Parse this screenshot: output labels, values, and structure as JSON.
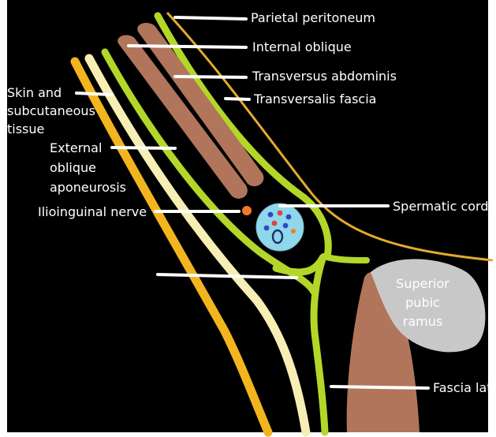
{
  "labels": {
    "parietal_peritoneum": "Parietal peritoneum",
    "internal_oblique": "Internal oblique",
    "transversus_abdominis": "Transversus abdominis",
    "transversalis_fascia": "Transversalis fascia",
    "skin_line1": "Skin and",
    "skin_line2": "subcutaneous",
    "skin_line3": "tissue",
    "ext_line1": "External",
    "ext_line2": "oblique",
    "ext_line3": "aponeurosis",
    "ilioinguinal_nerve": "Ilioinguinal nerve",
    "spermatic_cord": "Spermatic cord",
    "superior_line1": "Superior",
    "superior_line2": "pubic",
    "superior_line3": "ramus",
    "fascia_lata": "Fascia lata"
  },
  "colors": {
    "background": "#000000",
    "skin": "#f3b51f",
    "external_oblique": "#f7eeb5",
    "fascia_green": "#b4d629",
    "muscle": "#b0755a",
    "peritoneum": "#e3aa2e",
    "cord": "#8fd7ea",
    "nerve": "#f07a26",
    "bone": "#c8c8c8",
    "pointer": "#ffffff"
  }
}
